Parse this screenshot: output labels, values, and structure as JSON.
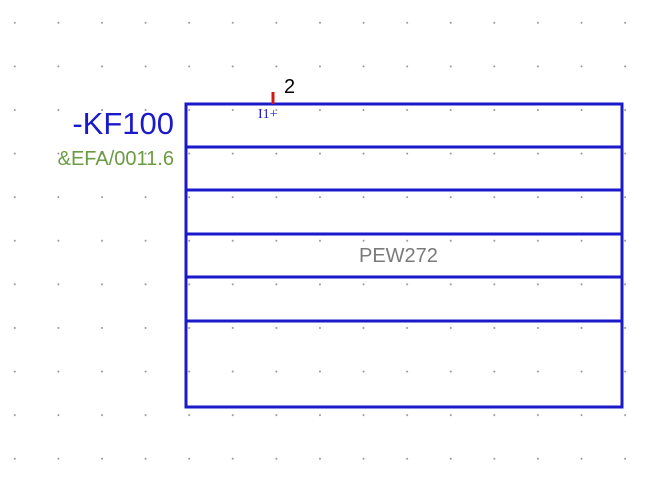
{
  "diagram": {
    "device_tag": "-KF100",
    "reference_tag": "&EFA/0011.6",
    "pin": {
      "number": "2",
      "label": "I1+"
    },
    "module_type": "PEW272",
    "colors": {
      "outline": "#1a1aca",
      "reference_text": "#6b9c44",
      "pin_stub": "#d01818",
      "module_text": "#7a7a7a",
      "grid_dot": "#9a9a9a"
    }
  }
}
